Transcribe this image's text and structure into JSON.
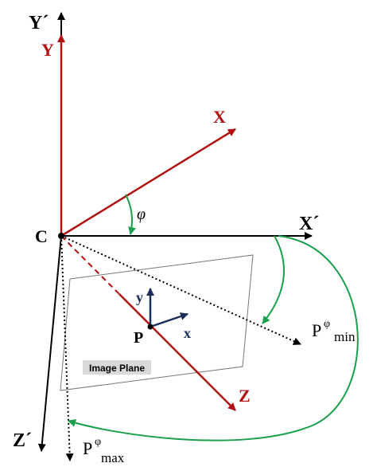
{
  "colors": {
    "black": "#000000",
    "red": "#b01010",
    "green": "#1aa04a",
    "navy": "#1a2e5a",
    "plane_label_bg": "#d9d9d9",
    "plane_border": "#777777"
  },
  "labels": {
    "y_prime": "Y´",
    "y": "Y",
    "x": "X",
    "x_prime": "X´",
    "z": "Z",
    "z_prime": "Z´",
    "origin": "C",
    "angle": "φ",
    "point": "P",
    "local_y": "y",
    "local_x": "x",
    "image_plane": "Image Plane",
    "p_min": {
      "base": "P",
      "sup": "φ",
      "sub": "min"
    },
    "p_max": {
      "base": "P",
      "sup": "φ",
      "sub": "max"
    }
  }
}
